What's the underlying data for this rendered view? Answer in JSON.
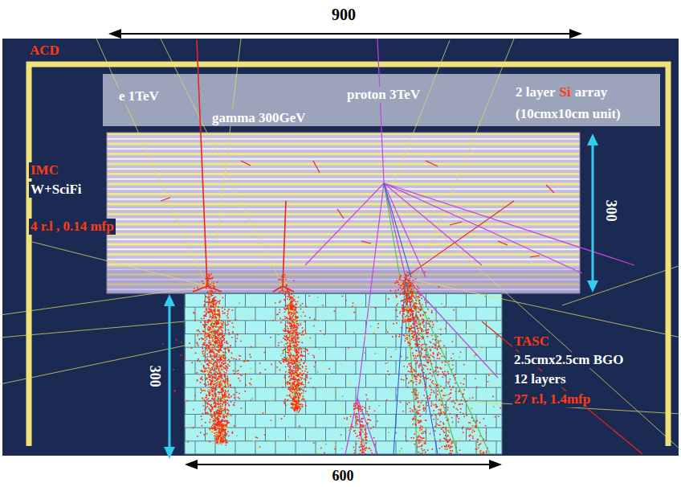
{
  "diagram": {
    "nodes": [
      {
        "text": [
          "2 layer",
          "Si",
          "array",
          "(10cmx10cm unit)"
        ]
      },
      {
        "text": [
          "IMC",
          "W+SciFi",
          "4 r.l , 0.14 mfp"
        ]
      },
      {
        "text": [
          "TASC",
          "2.5cmx2.5cm BGO",
          "12 layers",
          "27 r.l, 1.4mfp"
        ]
      }
    ],
    "labels": [
      "900",
      "ACD",
      "e 1TeV",
      "gamma 300GeV",
      "proton 3TeV",
      "300",
      "300",
      "600"
    ]
  }
}
